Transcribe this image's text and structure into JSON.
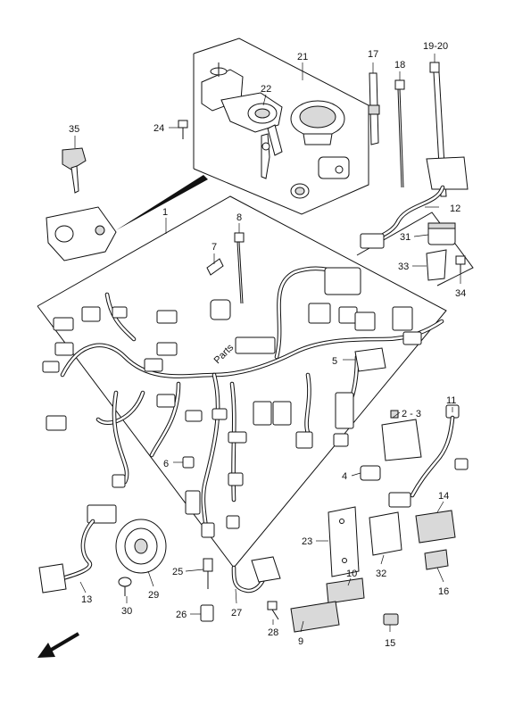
{
  "watermark": "Parts",
  "callouts": [
    {
      "id": "c1",
      "label": "1"
    },
    {
      "id": "c2",
      "label": "2 - 3"
    },
    {
      "id": "c4",
      "label": "4"
    },
    {
      "id": "c5",
      "label": "5"
    },
    {
      "id": "c6",
      "label": "6"
    },
    {
      "id": "c7",
      "label": "7"
    },
    {
      "id": "c8",
      "label": "8"
    },
    {
      "id": "c9",
      "label": "9"
    },
    {
      "id": "c10",
      "label": "10"
    },
    {
      "id": "c11",
      "label": "11"
    },
    {
      "id": "c12",
      "label": "12"
    },
    {
      "id": "c13",
      "label": "13"
    },
    {
      "id": "c14",
      "label": "14"
    },
    {
      "id": "c15",
      "label": "15"
    },
    {
      "id": "c16",
      "label": "16"
    },
    {
      "id": "c17",
      "label": "17"
    },
    {
      "id": "c18",
      "label": "18"
    },
    {
      "id": "c1920",
      "label": "19-20"
    },
    {
      "id": "c21",
      "label": "21"
    },
    {
      "id": "c22",
      "label": "22"
    },
    {
      "id": "c23",
      "label": "23"
    },
    {
      "id": "c24",
      "label": "24"
    },
    {
      "id": "c25",
      "label": "25"
    },
    {
      "id": "c26",
      "label": "26"
    },
    {
      "id": "c27",
      "label": "27"
    },
    {
      "id": "c28",
      "label": "28"
    },
    {
      "id": "c29",
      "label": "29"
    },
    {
      "id": "c30",
      "label": "30"
    },
    {
      "id": "c31",
      "label": "31"
    },
    {
      "id": "c32",
      "label": "32"
    },
    {
      "id": "c33",
      "label": "33"
    },
    {
      "id": "c34",
      "label": "34"
    },
    {
      "id": "c35",
      "label": "35"
    }
  ]
}
